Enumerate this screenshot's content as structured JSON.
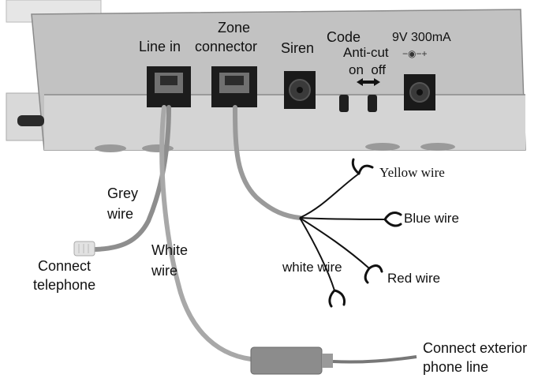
{
  "device": {
    "labels": {
      "line_in": "Line in",
      "zone_top": "Zone",
      "zone_bottom": "connector",
      "siren": "Siren",
      "code": "Code",
      "anti_cut": "Anti-cut",
      "on_off": "on  off",
      "power_spec": "9V 300mA",
      "polarity": "−◉−+"
    }
  },
  "wires": {
    "grey_top": "Grey",
    "grey_bottom": "wire",
    "white_top": "White",
    "white_bottom": "wire",
    "connect_telephone_top": "Connect",
    "connect_telephone_bottom": "telephone",
    "connect_exterior_top": "Connect exterior",
    "connect_exterior_bottom": "phone line",
    "zone": {
      "yellow": "Yellow wire",
      "blue": "Blue wire",
      "white": "white wire",
      "red": "Red wire"
    }
  },
  "colors": {
    "panel": "#bdbdbd",
    "panel_dark": "#8f8f8f",
    "cable": "#9a9a9a",
    "jack": "#1a1a1a"
  }
}
